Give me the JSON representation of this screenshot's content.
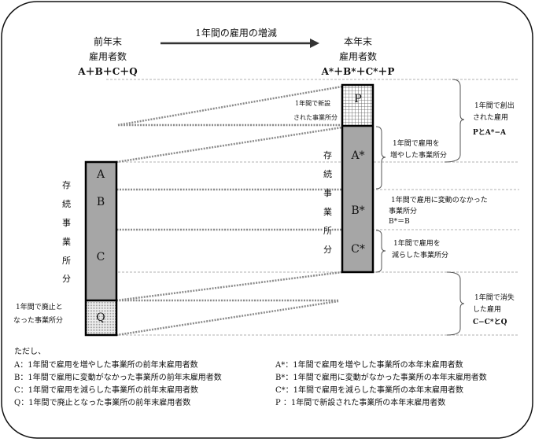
{
  "title": "1年間の雇用の増減",
  "prev": {
    "line1": "前年末",
    "line2": "雇用者数",
    "formula": "A＋B＋C＋Q"
  },
  "curr": {
    "line1": "本年末",
    "line2": "雇用者数",
    "formula": "A*＋B*＋C*＋P"
  },
  "left_bar": {
    "a": "A",
    "b": "B",
    "c": "C",
    "q": "Q"
  },
  "right_bar": {
    "p": "P",
    "a": "A*",
    "b": "B*",
    "c": "C*"
  },
  "continuing_vertical": [
    "存",
    "続",
    "事",
    "業",
    "所",
    "分"
  ],
  "closed_label": [
    "1年間で廃止と",
    "なった事業所分"
  ],
  "new_label": [
    "1年間で新設",
    "された事業所分"
  ],
  "increase_label": [
    "1年間で雇用を",
    "増やした事業所分"
  ],
  "nochange_label": [
    "1年間で雇用に変動のなかった",
    "事業所分",
    "B*＝B"
  ],
  "decrease_label": [
    "1年間で雇用を",
    "減らした事業所分"
  ],
  "created": [
    "1年間で創出",
    "された雇用",
    "PとA*−A"
  ],
  "lost": [
    "1年間で消失",
    "した雇用",
    "C−C*とQ"
  ],
  "legend": {
    "intro": "ただし、",
    "left": [
      "A：1年間で雇用を増やした事業所の前年末雇用者数",
      "B：1年間で雇用に変動がなかった事業所の前年末雇用者数",
      "C：1年間で雇用を減らした事業所の前年末雇用者数",
      "Q：1年間で廃止となった事業所の前年末雇用者数"
    ],
    "right": [
      "A*：1年間で雇用を増やした事業所の本年末雇用者数",
      "B*：1年間で雇用に変動がなかった事業所の本年末雇用者数",
      "C*：1年間で雇用を減らした事業所の本年末雇用者数",
      "P ：1年間で新設された事業所の本年末雇用者数"
    ]
  },
  "colors": {
    "bar": "#a6a6a6",
    "dotted": "#8a8a8a"
  }
}
